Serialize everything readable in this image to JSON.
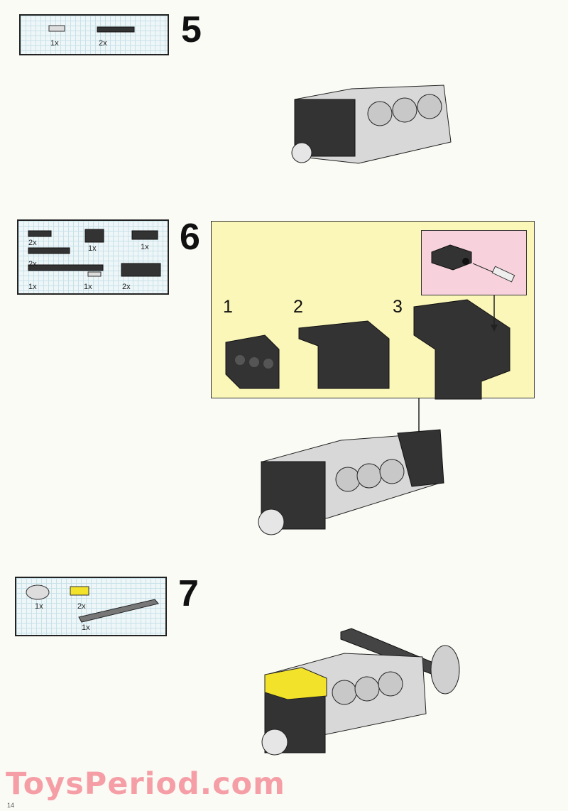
{
  "steps": [
    {
      "number": "5",
      "parts_qty": [
        "1x",
        "2x"
      ]
    },
    {
      "number": "6",
      "parts_qty": [
        "2x",
        "1x",
        "1x",
        "2x",
        "1x",
        "1x",
        "2x"
      ],
      "substeps": [
        "1",
        "2",
        "3"
      ]
    },
    {
      "number": "7",
      "parts_qty": [
        "1x",
        "2x",
        "1x"
      ]
    }
  ],
  "colors": {
    "subassembly_bg": "#fbf7b9",
    "callout_bg": "#f7d2dc",
    "watermark": "#f59ea6",
    "highlight_part": "#f2e22a"
  },
  "watermark": "ToysPeriod.com",
  "page_number": "14"
}
